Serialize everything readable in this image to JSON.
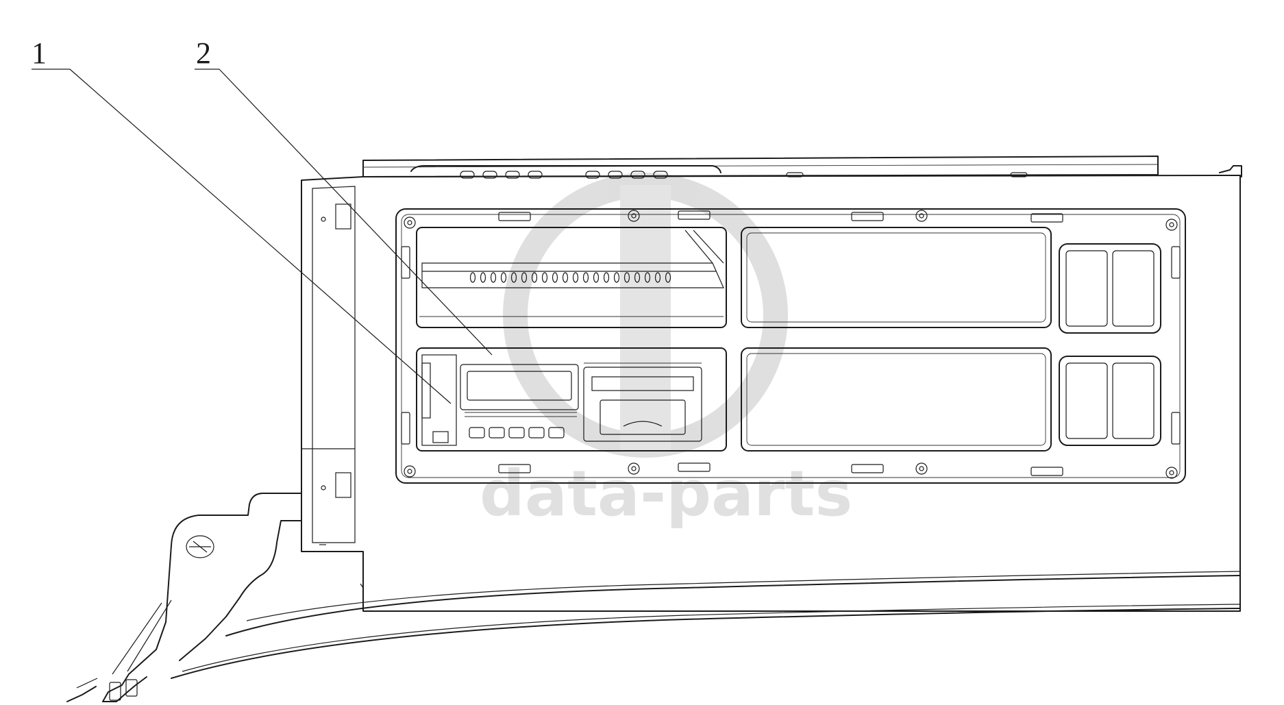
{
  "callouts": [
    {
      "id": "1",
      "label": "1"
    },
    {
      "id": "2",
      "label": "2"
    }
  ],
  "watermark": {
    "text": "data-parts",
    "color": "#bdbdbd"
  },
  "colors": {
    "line": "#1a1a1a",
    "background": "#ffffff"
  }
}
